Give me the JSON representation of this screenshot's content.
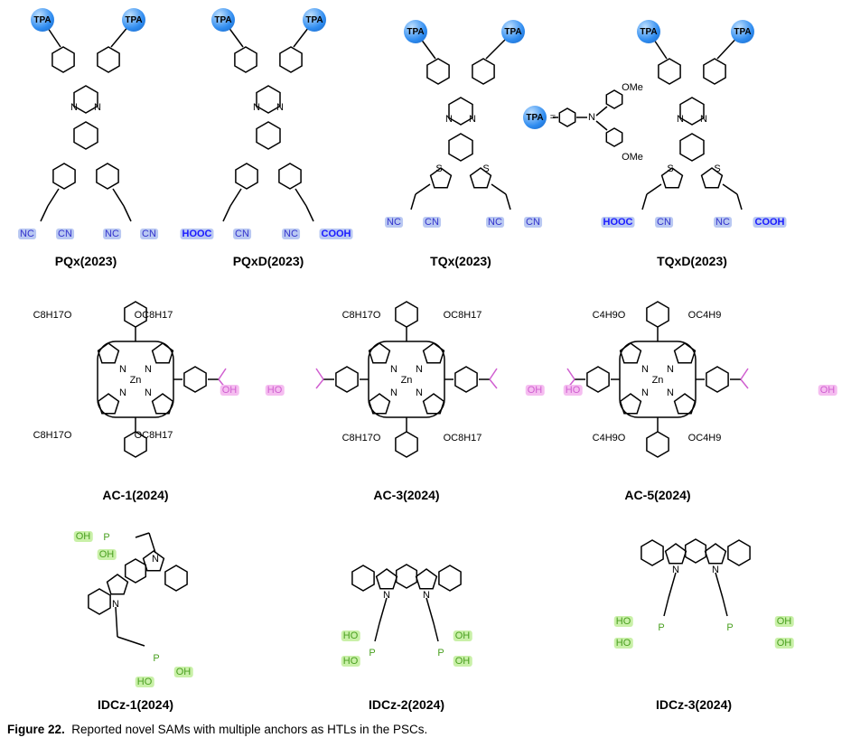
{
  "figure": {
    "number": "Figure 22.",
    "caption": "Reported novel SAMs with multiple anchors as HTLs in the PSCs."
  },
  "tpa_label": "TPA",
  "tpa_definition": {
    "eq": "=",
    "n": "N",
    "ome_top": "OMe",
    "ome_bottom": "OMe"
  },
  "atoms": {
    "N": "N",
    "S": "S",
    "Zn": "Zn",
    "O": "O",
    "P": "P"
  },
  "compounds": [
    {
      "name": "PQx(2023)",
      "anchors": [
        "NC",
        "CN",
        "NC",
        "CN"
      ]
    },
    {
      "name": "PQxD(2023)",
      "anchors": [
        "HOOC",
        "CN",
        "NC",
        "COOH"
      ]
    },
    {
      "name": "TQx(2023)",
      "anchors": [
        "NC",
        "CN",
        "NC",
        "CN"
      ]
    },
    {
      "name": "TQxD(2023)",
      "anchors": [
        "HOOC",
        "CN",
        "NC",
        "COOH"
      ]
    },
    {
      "name": "AC-1(2024)",
      "alkoxy": [
        "C8H17O",
        "OC8H17",
        "C8H17O",
        "OC8H17"
      ],
      "anchors": [
        "OH"
      ]
    },
    {
      "name": "AC-3(2024)",
      "alkoxy": [
        "C8H17O",
        "OC8H17",
        "C8H17O",
        "OC8H17"
      ],
      "anchors": [
        "HO",
        "OH"
      ]
    },
    {
      "name": "AC-5(2024)",
      "alkoxy": [
        "C4H9O",
        "OC4H9",
        "C4H9O",
        "OC4H9"
      ],
      "anchors": [
        "HO",
        "OH"
      ]
    },
    {
      "name": "IDCz-1(2024)",
      "anchors": [
        "OH",
        "OH",
        "OH",
        "HO"
      ]
    },
    {
      "name": "IDCz-2(2024)",
      "anchors": [
        "HO",
        "HO",
        "OH",
        "OH"
      ]
    },
    {
      "name": "IDCz-3(2024)",
      "anchors": [
        "HO",
        "HO",
        "OH",
        "OH"
      ]
    }
  ]
}
